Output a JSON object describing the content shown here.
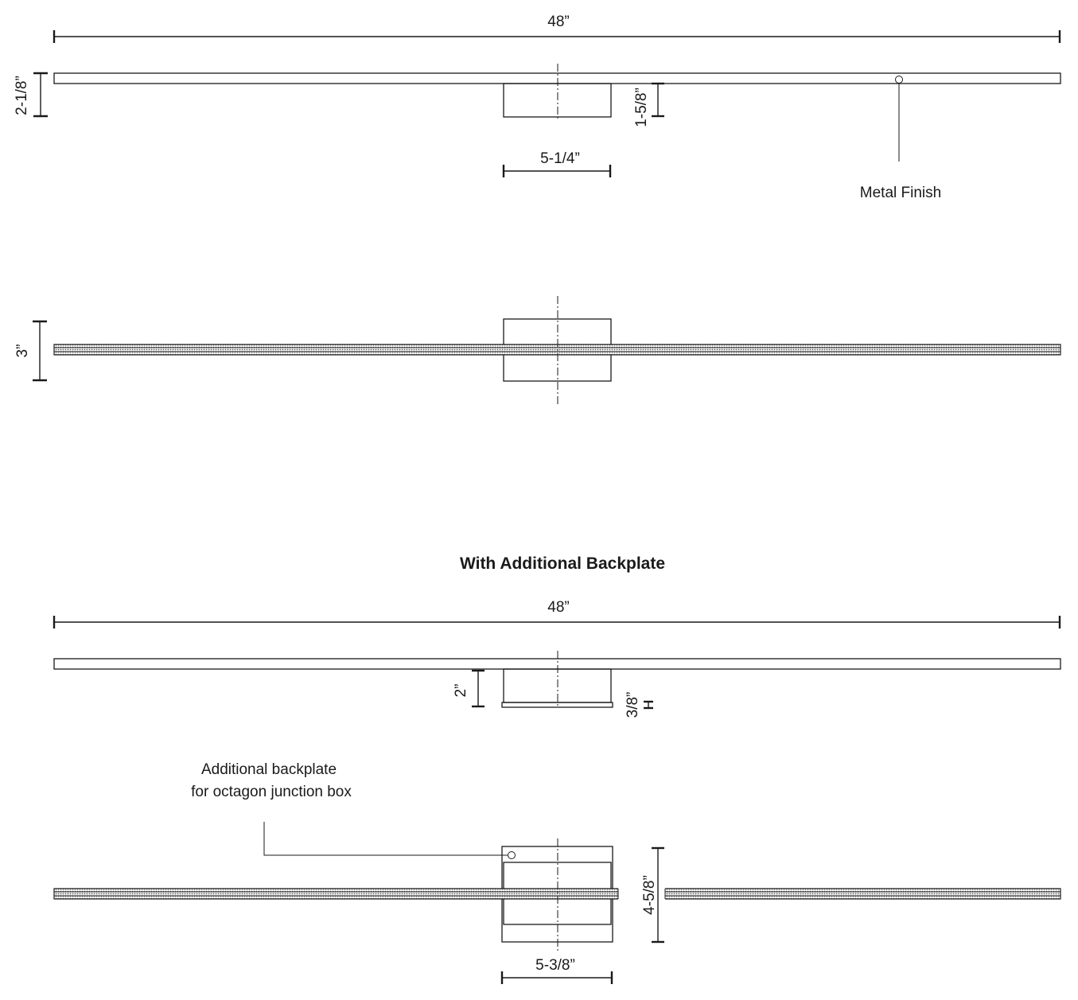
{
  "top_view": {
    "overall_width": "48”",
    "depth": "2-1/8”",
    "canopy_depth": "1-5/8”",
    "canopy_width": "5-1/4”",
    "callout": "Metal Finish"
  },
  "front_view": {
    "height": "3”"
  },
  "backplate_section": {
    "title": "With Additional Backplate",
    "overall_width": "48”",
    "canopy_depth": "2”",
    "backplate_thickness": "3/8”",
    "callout_line1": "Additional backplate",
    "callout_line2": "for octagon junction box",
    "backplate_height": "4-5/8”",
    "backplate_width": "5-3/8”"
  },
  "colors": {
    "line": "#1a1a1a",
    "background": "#ffffff",
    "lens_fill": "#9a9a9a"
  }
}
